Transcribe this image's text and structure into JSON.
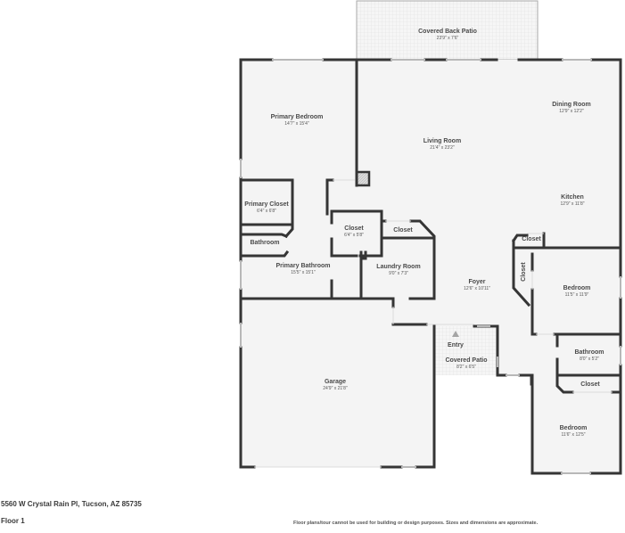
{
  "property": {
    "address": "5560 W Crystal Rain Pl, Tucson, AZ 85735",
    "floor_label": "Floor 1",
    "disclaimer": "Floor plans/tour cannot be used for building or design purposes. Sizes and dimensions are approximate."
  },
  "colors": {
    "wall": "#353535",
    "floor": "#f4f4f4",
    "window": "#c8c8c8",
    "patio_pattern": "#e2e2e2",
    "text": "#4a4a4a"
  },
  "rooms": {
    "covered_back_patio": {
      "name": "Covered Back Patio",
      "dims": "23'9\" x 7'6\""
    },
    "primary_bedroom": {
      "name": "Primary Bedroom",
      "dims": "14'7\" x 15'4\""
    },
    "living_room": {
      "name": "Living Room",
      "dims": "21'4\" x 23'2\""
    },
    "dining_room": {
      "name": "Dining Room",
      "dims": "12'9\" x 12'2\""
    },
    "kitchen": {
      "name": "Kitchen",
      "dims": "12'9\" x 11'8\""
    },
    "primary_closet": {
      "name": "Primary Closet",
      "dims": "6'4\" x 6'8\""
    },
    "bathroom_small": {
      "name": "Bathroom"
    },
    "primary_bathroom": {
      "name": "Primary Bathroom",
      "dims": "15'5\" x 15'1\""
    },
    "closet_center": {
      "name": "Closet",
      "dims": "6'4\" x 5'8\""
    },
    "closet_laundry": {
      "name": "Closet"
    },
    "laundry_room": {
      "name": "Laundry Room",
      "dims": "9'0\" x 7'3\""
    },
    "foyer": {
      "name": "Foyer",
      "dims": "12'6\" x 10'11\""
    },
    "closet_right_top": {
      "name": "Closet"
    },
    "closet_right_vertical": {
      "name": "Closet"
    },
    "bedroom_1": {
      "name": "Bedroom",
      "dims": "11'5\" x 11'9\""
    },
    "entry": {
      "name": "Entry"
    },
    "covered_patio": {
      "name": "Covered Patio",
      "dims": "8'2\" x 6'5\""
    },
    "bathroom_2": {
      "name": "Bathroom",
      "dims": "8'0\" x 5'2\""
    },
    "closet_bedroom_2": {
      "name": "Closet"
    },
    "garage": {
      "name": "Garage",
      "dims": "24'9\" x 21'8\""
    },
    "bedroom_2": {
      "name": "Bedroom",
      "dims": "11'6\" x 12'5\""
    }
  }
}
